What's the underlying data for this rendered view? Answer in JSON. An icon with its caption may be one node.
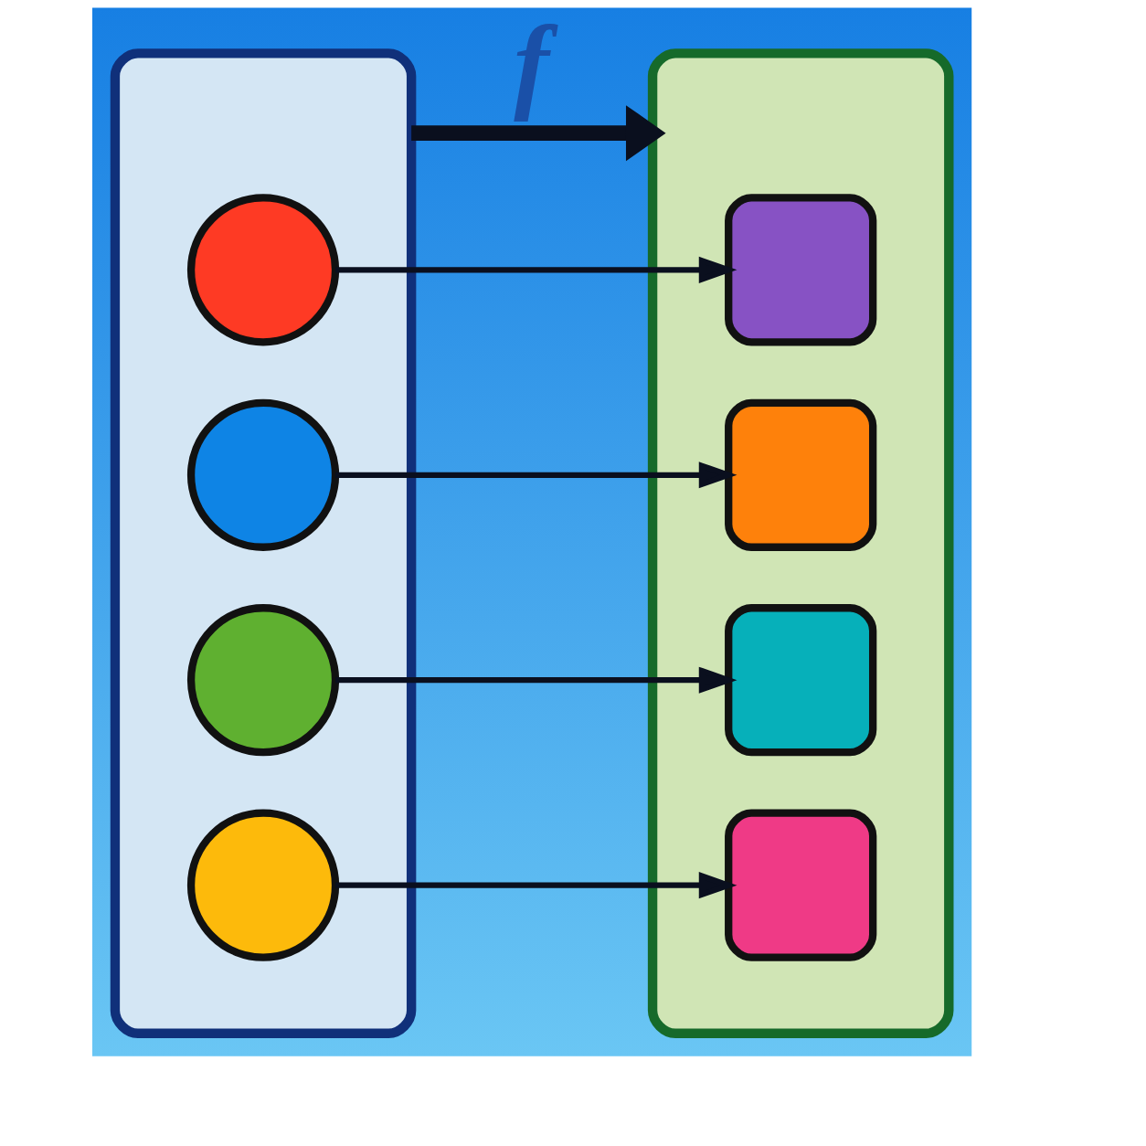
{
  "diagram": {
    "nodes": [
      {
        "text": [],
        "shape": "ellipse"
      },
      {
        "text": [],
        "shape": "circle",
        "in": 0
      },
      {
        "text": [],
        "shape": "circle",
        "in": 0
      },
      {
        "text": [],
        "shape": "circle",
        "in": 0
      },
      {
        "text": [],
        "shape": "circle",
        "in": 0
      },
      {
        "text": [],
        "shape": "ellipse"
      },
      {
        "text": [],
        "shape": "square",
        "in": 5
      },
      {
        "text": [],
        "shape": "square",
        "in": 5
      },
      {
        "text": [],
        "shape": "square",
        "in": 5
      },
      {
        "text": [],
        "shape": "square",
        "in": 5
      }
    ],
    "edges": [
      {
        "from": 0,
        "to": 5,
        "arrow": "to",
        "label": "f",
        "style": "thick"
      },
      {
        "from": 1,
        "to": 6,
        "arrow": "to"
      },
      {
        "from": 2,
        "to": 7,
        "arrow": "to"
      },
      {
        "from": 3,
        "to": 8,
        "arrow": "to"
      },
      {
        "from": 4,
        "to": 9,
        "arrow": "to"
      }
    ]
  }
}
